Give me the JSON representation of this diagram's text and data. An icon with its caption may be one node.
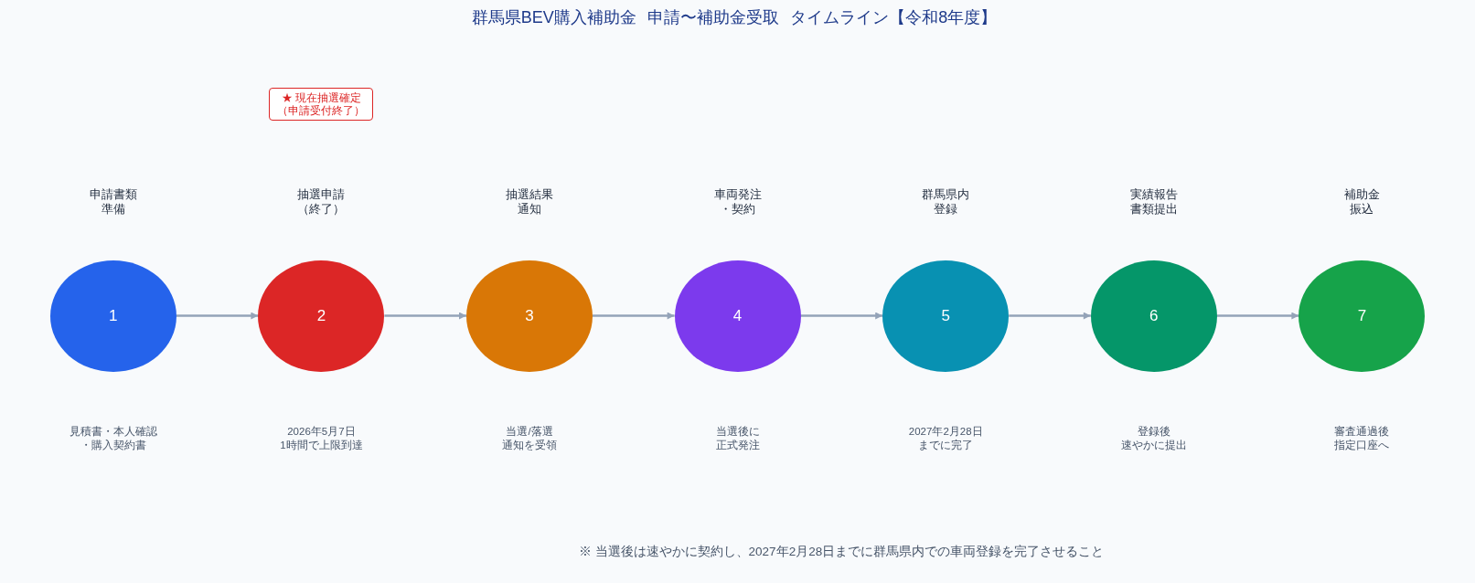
{
  "diagram": {
    "title": "群馬県BEV購入補助金 申請〜補助金受取 タイムライン【令和8年度】",
    "nodes": [
      {
        "text": [
          "★ 現在抽選確定（申請受付終了）"
        ]
      },
      {
        "text": [
          "申請書類準備",
          "1"
        ]
      },
      {
        "text": [
          "抽選申請（終了）",
          "2"
        ]
      },
      {
        "text": [
          "抽選結果通知",
          "3"
        ]
      },
      {
        "text": [
          "車両発注・契約",
          "4"
        ]
      },
      {
        "text": [
          "群馬県内登録",
          "5"
        ]
      },
      {
        "text": [
          "実績報告書類提出",
          "6"
        ]
      },
      {
        "text": [
          "補助金振込",
          "7"
        ]
      }
    ],
    "edges": [
      {
        "from": 1,
        "to": 2,
        "arrow": "to"
      },
      {
        "from": 2,
        "to": 3,
        "arrow": "to"
      },
      {
        "from": 3,
        "to": 4,
        "arrow": "to"
      },
      {
        "from": 4,
        "to": 5,
        "arrow": "to"
      },
      {
        "from": 5,
        "to": 6,
        "arrow": "to"
      },
      {
        "from": 6,
        "to": 7,
        "arrow": "to"
      }
    ],
    "labels": [
      "見積書・本人確認・購入契約書",
      "2026年5月7日1時間で上限到達",
      "当選/落選通知を受領",
      "当選後に正式発注",
      "2027年2月28日までに完了",
      "登録後速やかに提出",
      "審査通過後指定口座へ",
      "※ 当選後は速やかに契約し、2027年2月28日までに群馬県内での車両登録を完了させること"
    ]
  }
}
